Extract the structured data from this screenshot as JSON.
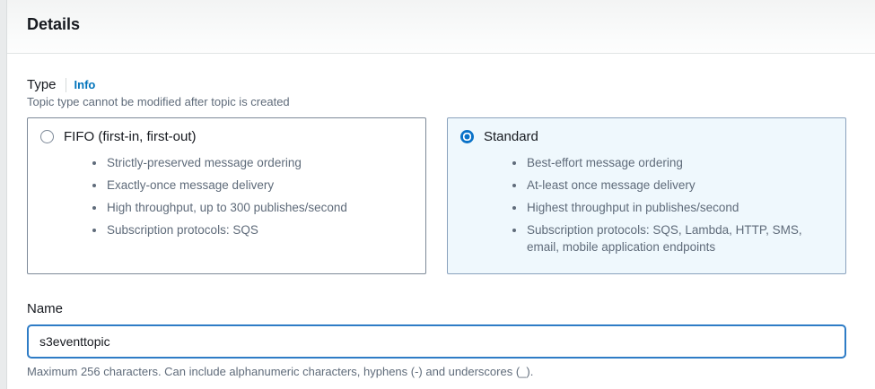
{
  "panel": {
    "title": "Details"
  },
  "type_field": {
    "label": "Type",
    "info_link": "Info",
    "description": "Topic type cannot be modified after topic is created",
    "options": [
      {
        "id": "fifo",
        "label": "FIFO (first-in, first-out)",
        "selected": false,
        "bullets": [
          "Strictly-preserved message ordering",
          "Exactly-once message delivery",
          "High throughput, up to 300 publishes/second",
          "Subscription protocols: SQS"
        ]
      },
      {
        "id": "standard",
        "label": "Standard",
        "selected": true,
        "bullets": [
          "Best-effort message ordering",
          "At-least once message delivery",
          "Highest throughput in publishes/second",
          "Subscription protocols: SQS, Lambda, HTTP, SMS, email, mobile application endpoints"
        ]
      }
    ]
  },
  "name_field": {
    "label": "Name",
    "value": "s3eventtopic",
    "constraint": "Maximum 256 characters. Can include alphanumeric characters, hyphens (-) and underscores (_)."
  },
  "colors": {
    "accent_blue": "#2e7cc6",
    "radio_blue": "#0a72c8",
    "link_blue": "#0073bb",
    "selected_tile_bg": "#eff8fd",
    "selected_tile_border": "#8aa2bd",
    "unselected_tile_border": "#7d8998",
    "text_dark": "#16191f",
    "text_gray": "#5f6b7a"
  }
}
